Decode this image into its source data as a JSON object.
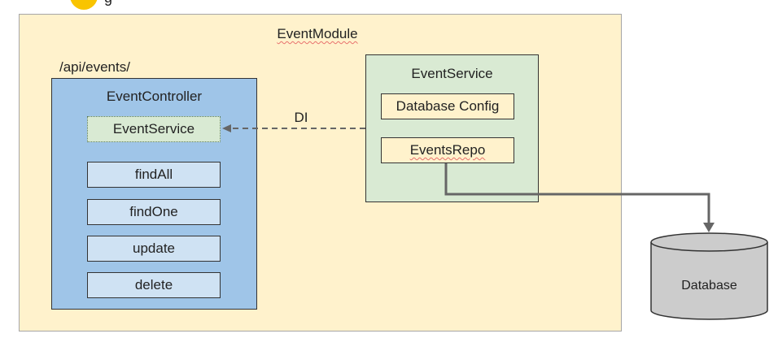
{
  "module": {
    "title": "EventModule"
  },
  "controller": {
    "route": "/api/events/",
    "title": "EventController",
    "injected": "EventService",
    "methods": [
      "findAll",
      "findOne",
      "update",
      "delete"
    ]
  },
  "service": {
    "title": "EventService",
    "items": [
      "Database Config",
      "EventsRepo"
    ]
  },
  "edges": {
    "di_label": "DI"
  },
  "database": {
    "label": "Database"
  },
  "top_fragment": {
    "text": "g"
  },
  "colors": {
    "module_fill": "#fff2cc",
    "controller_fill": "#9fc5e8",
    "method_fill": "#cfe2f3",
    "service_fill": "#d9ead3",
    "item_fill": "#fff2cc",
    "database_fill": "#cccccc",
    "connector": "#666666",
    "logo": "#f9c400"
  },
  "icons": {
    "top_left": "yellow-circle-icon"
  }
}
